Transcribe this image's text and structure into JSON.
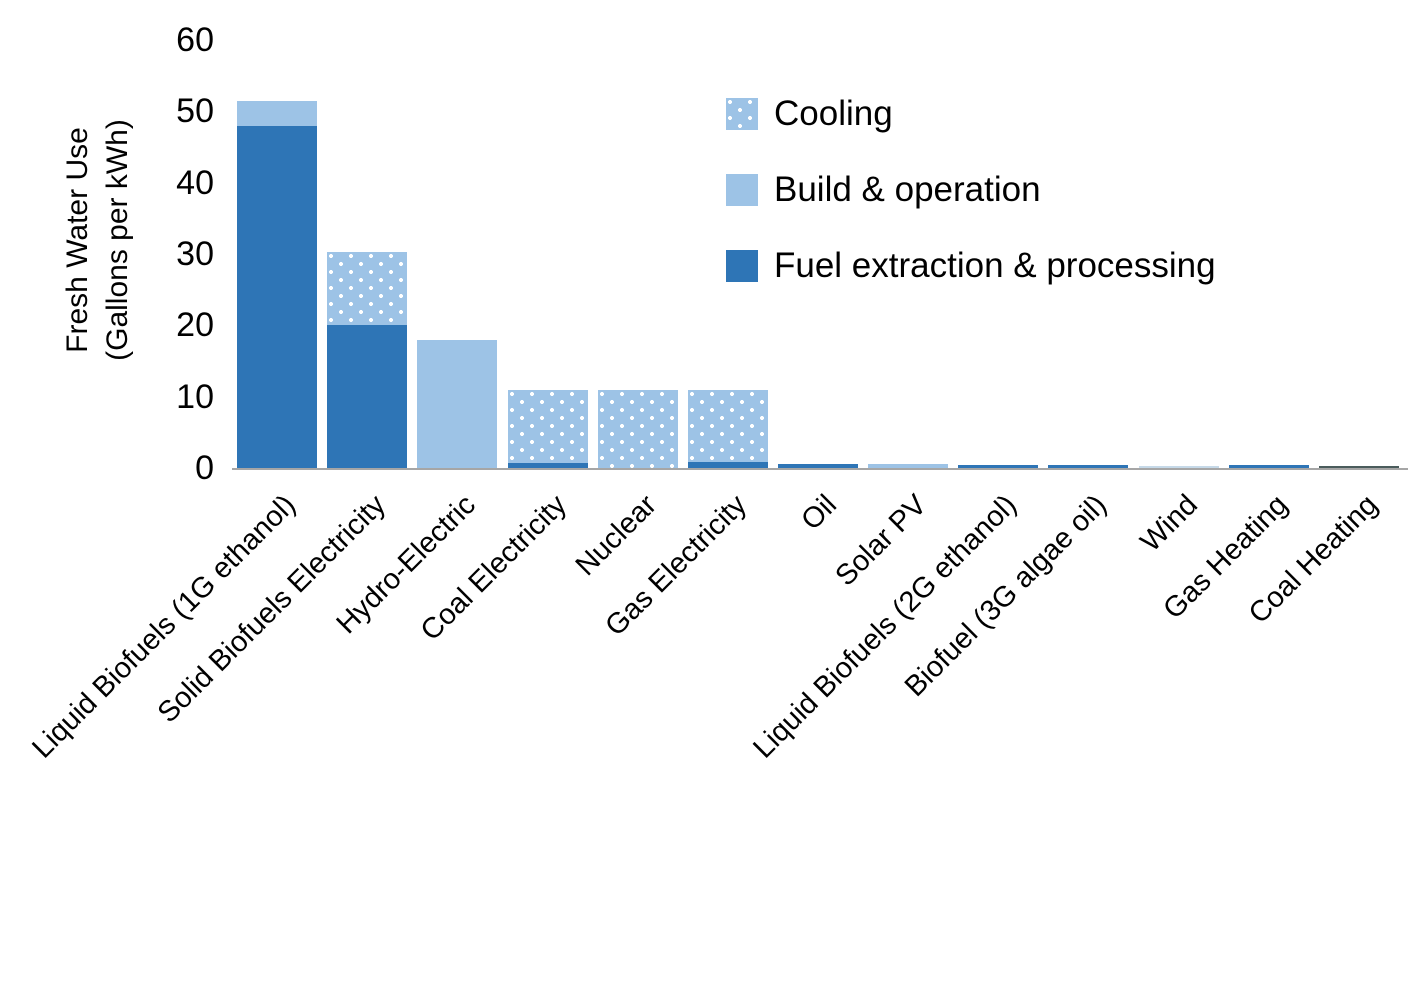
{
  "chart_data": {
    "type": "bar",
    "stacked": true,
    "title": "",
    "xlabel": "",
    "ylabel": "Fresh Water Use (Gallons per kWh)",
    "ylabel_lines": [
      "Fresh Water Use",
      "(Gallons per kWh)"
    ],
    "ylim": [
      0,
      60
    ],
    "yticks": [
      0,
      10,
      20,
      30,
      40,
      50,
      60
    ],
    "ytick_labels": [
      "0",
      "10",
      "20",
      "30",
      "40",
      "50",
      "60"
    ],
    "grid": false,
    "legend_position": "upper-right-inside",
    "categories": [
      "Liquid Biofuels (1G ethanol)",
      "Solid Biofuels Electricity",
      "Hydro-Electric",
      "Coal Electricity",
      "Nuclear",
      "Gas Electricity",
      "Oil",
      "Solar PV",
      "Liquid Biofuels (2G ethanol)",
      "Biofuel (3G algae oil)",
      "Wind",
      "Gas Heating",
      "Coal Heating"
    ],
    "series": [
      {
        "name": "Fuel extraction & processing",
        "color": "#2E75B6",
        "pattern": "solid",
        "values": [
          48.0,
          20.0,
          0.0,
          0.7,
          0.0,
          0.8,
          0.6,
          0.0,
          0.45,
          0.45,
          0.0,
          0.4,
          0.12
        ]
      },
      {
        "name": "Build & operation",
        "color": "#9DC3E6",
        "pattern": "solid",
        "values": [
          3.5,
          0.0,
          18.0,
          0.0,
          0.0,
          0.0,
          0.0,
          0.5,
          0.0,
          0.0,
          0.3,
          0.0,
          0.0
        ]
      },
      {
        "name": "Cooling",
        "color": "#9DC3E6",
        "pattern": "dotted",
        "values": [
          0.0,
          10.3,
          0.0,
          10.3,
          11.0,
          10.2,
          0.0,
          0.0,
          0.0,
          0.0,
          0.0,
          0.0,
          0.0
        ]
      }
    ],
    "totals": [
      51.5,
      30.3,
      18.0,
      11.0,
      11.0,
      11.0,
      0.6,
      0.5,
      0.45,
      0.45,
      0.3,
      0.4,
      0.12
    ]
  },
  "legend": {
    "items": [
      {
        "label": "Cooling",
        "swatch": "cool"
      },
      {
        "label": "Build & operation",
        "swatch": "build"
      },
      {
        "label": "Fuel extraction & processing",
        "swatch": "fuel"
      }
    ]
  },
  "colors": {
    "fuel_extraction": "#2E75B6",
    "build_operation": "#9DC3E6",
    "cooling": "#9DC3E6",
    "wind_bar": "#C6D9E8",
    "coal_heating_bar": "#4A5C5C",
    "axis": "#A6A6A6",
    "text": "#000000",
    "background": "#FFFFFF"
  }
}
